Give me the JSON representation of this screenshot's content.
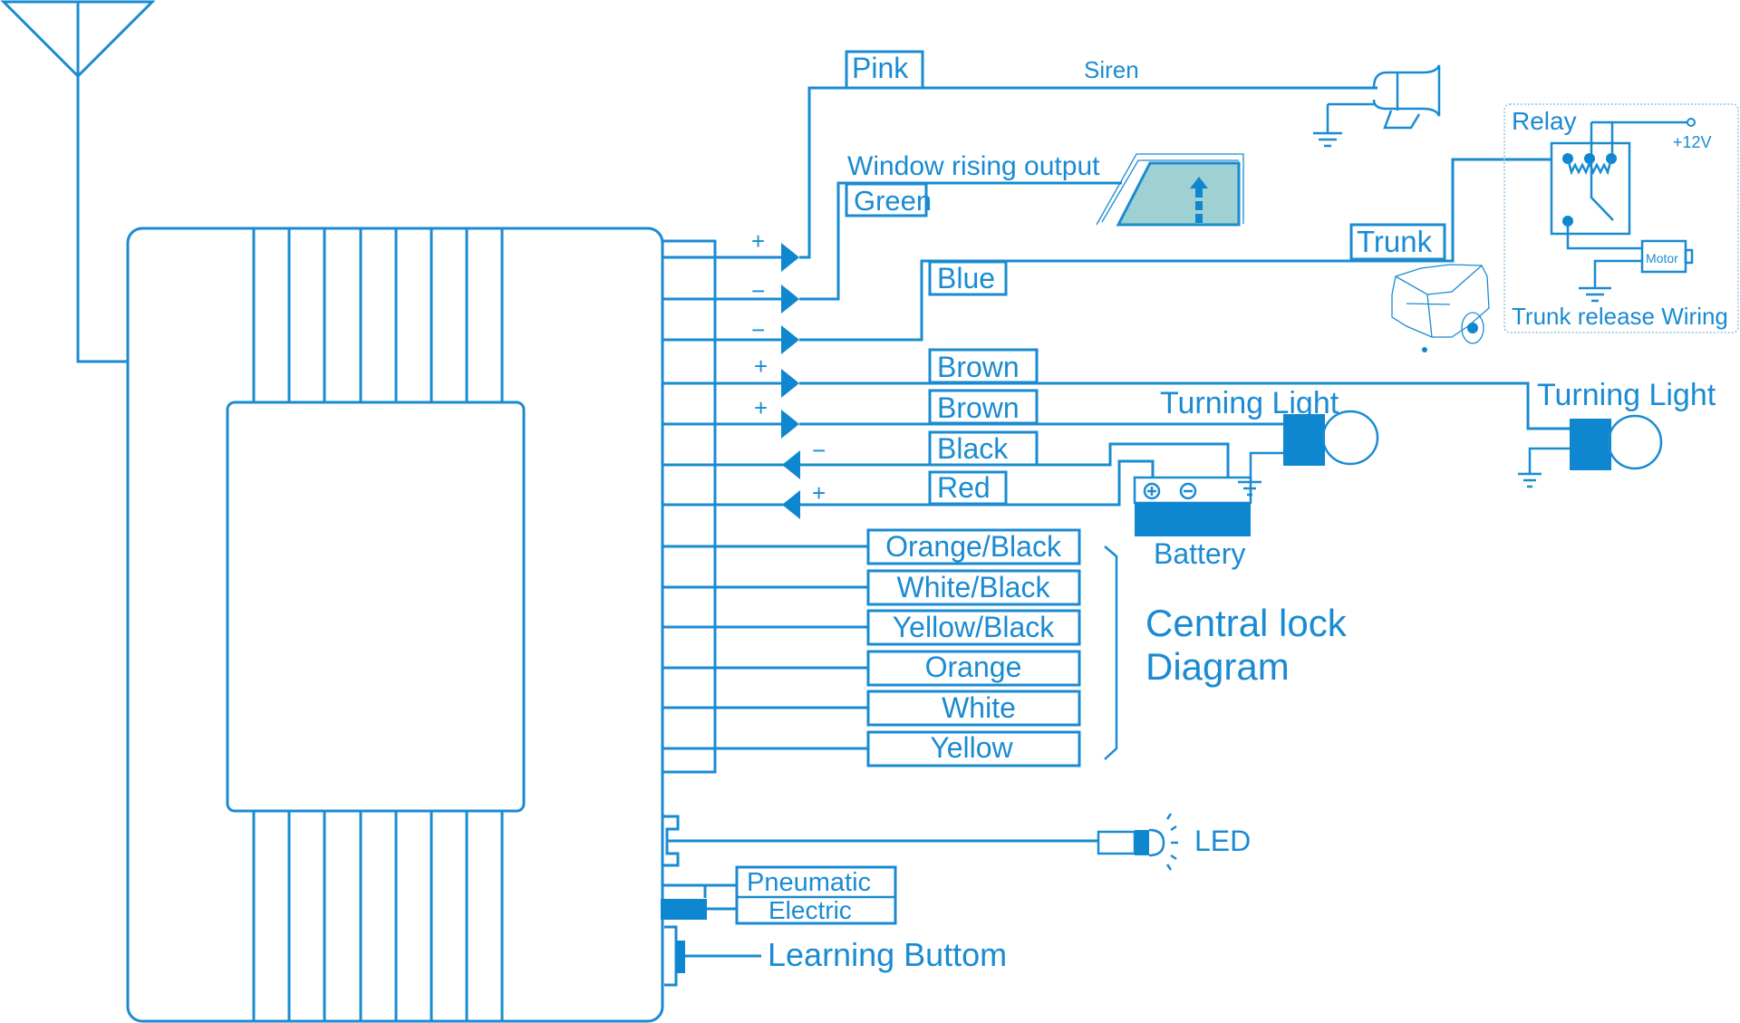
{
  "colors": {
    "wire": "#1a8bd2",
    "fill": "#0f86d0",
    "window_glass": "#9fd0d4"
  },
  "siren": {
    "wire_label": "Pink",
    "device_label": "Siren",
    "polarity": "+"
  },
  "window": {
    "caption": "Window rising output",
    "wire_label": "Green",
    "polarity": "−"
  },
  "trunk": {
    "wire_label": "Blue",
    "output_label": "Trunk",
    "polarity": "−"
  },
  "relay_panel": {
    "title": "Relay",
    "supply_label": "+12V",
    "motor_label": "Motor",
    "caption": "Trunk release Wiring"
  },
  "turn_lights": [
    {
      "wire_label": "Brown",
      "polarity": "+",
      "device_label": "Turning Light"
    },
    {
      "wire_label": "Brown",
      "polarity": "+",
      "device_label": "Turning Light"
    }
  ],
  "power": [
    {
      "wire_label": "Black",
      "polarity": "−"
    },
    {
      "wire_label": "Red",
      "polarity": "+"
    }
  ],
  "battery": {
    "label": "Battery",
    "plus": "+",
    "minus": "−"
  },
  "central_lock": {
    "title_line1": "Central lock",
    "title_line2": "Diagram",
    "wires": [
      "Orange/Black",
      "White/Black",
      "Yellow/Black",
      "Orange",
      "White",
      "Yellow"
    ]
  },
  "led": {
    "label": "LED"
  },
  "lock_type": {
    "options": [
      "Pneumatic",
      "Electric"
    ]
  },
  "learning_button": {
    "label": "Learning Buttom"
  }
}
